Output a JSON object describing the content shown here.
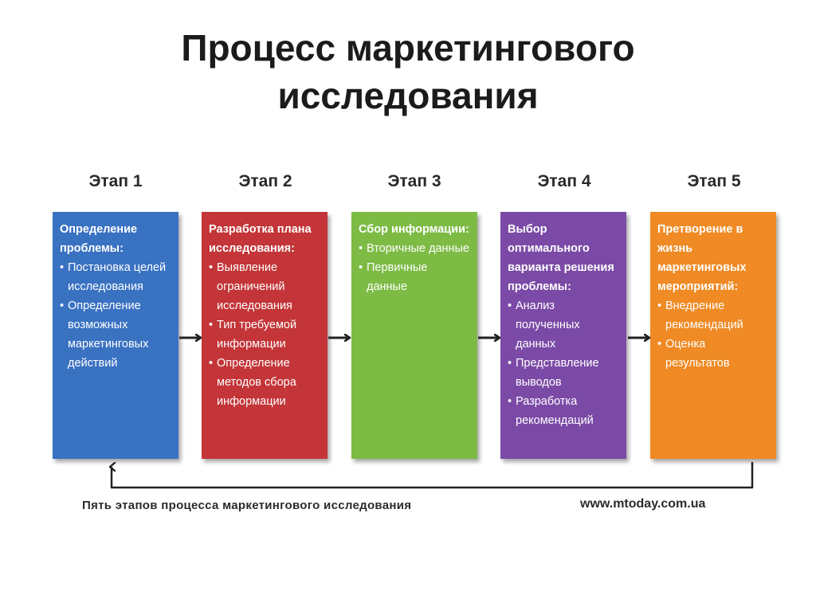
{
  "title": {
    "line1": "Процесс маркетингового",
    "line2": "исследования"
  },
  "colors": {
    "stage1": "#3a72c2",
    "stage2": "#c33538",
    "stage3": "#7dbb45",
    "stage4": "#7b4aa6",
    "stage5": "#ef8a24",
    "arrow": "#222222"
  },
  "stages": [
    {
      "label": "Этап 1",
      "heading": "Определение проблемы:",
      "items": [
        "Постановка целей исследования",
        "Определение возможных маркетинговых действий"
      ]
    },
    {
      "label": "Этап 2",
      "heading": "Разработка плана исследования:",
      "items": [
        "Выявление ограничений исследования",
        "Тип требуемой информации",
        "Определение методов сбора информации"
      ]
    },
    {
      "label": "Этап 3",
      "heading": "Сбор информации:",
      "items": [
        "Вторичные данные",
        "Первичные данные"
      ]
    },
    {
      "label": "Этап 4",
      "heading": "Выбор оптимального варианта решения проблемы:",
      "items": [
        "Анализ полученных данных",
        "Представление выводов",
        "Разработка рекомендаций"
      ]
    },
    {
      "label": "Этап 5",
      "heading": "Претворение в жизнь маркетинговых мероприятий:",
      "items": [
        "Внедрение рекомендаций",
        "Оценка результатов"
      ]
    }
  ],
  "caption": "Пять этапов процесса маркетингового исследования",
  "url": "www.mtoday.com.ua"
}
